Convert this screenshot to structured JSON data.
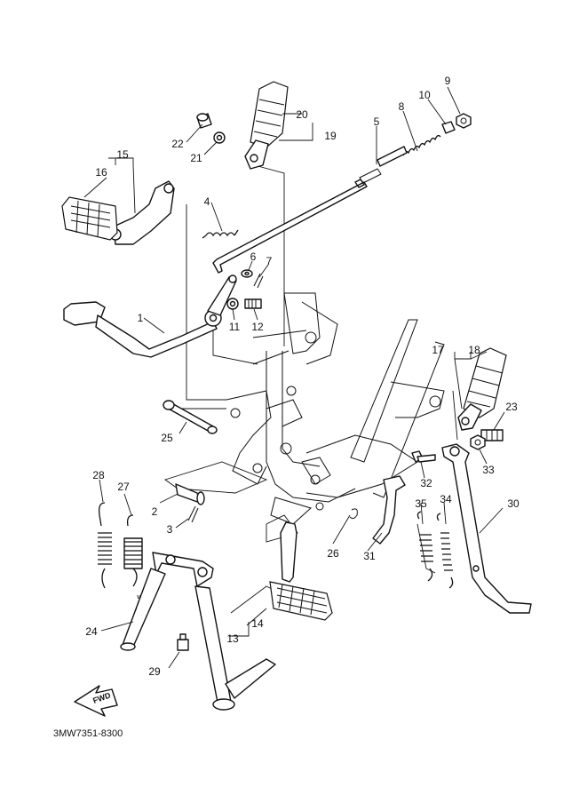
{
  "diagram": {
    "part_labels": [
      "1",
      "2",
      "3",
      "4",
      "5",
      "6",
      "7",
      "8",
      "9",
      "10",
      "11",
      "12",
      "13",
      "14",
      "15",
      "16",
      "17",
      "18",
      "19",
      "20",
      "21",
      "22",
      "23",
      "24",
      "25",
      "26",
      "27",
      "28",
      "29",
      "30",
      "31",
      "32",
      "33",
      "34",
      "35"
    ],
    "fwd_label": "FWD",
    "drawing_code": "3MW7351-8300"
  }
}
